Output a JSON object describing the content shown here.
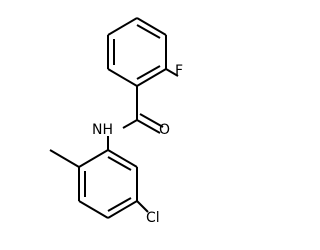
{
  "molecule": {
    "atoms": {
      "fluorine": "F",
      "nitrogen_h": "NH",
      "oxygen": "O",
      "chlorine": "Cl"
    },
    "colors": {
      "bond": "#000000",
      "label": "#000000",
      "background": "#ffffff"
    }
  }
}
